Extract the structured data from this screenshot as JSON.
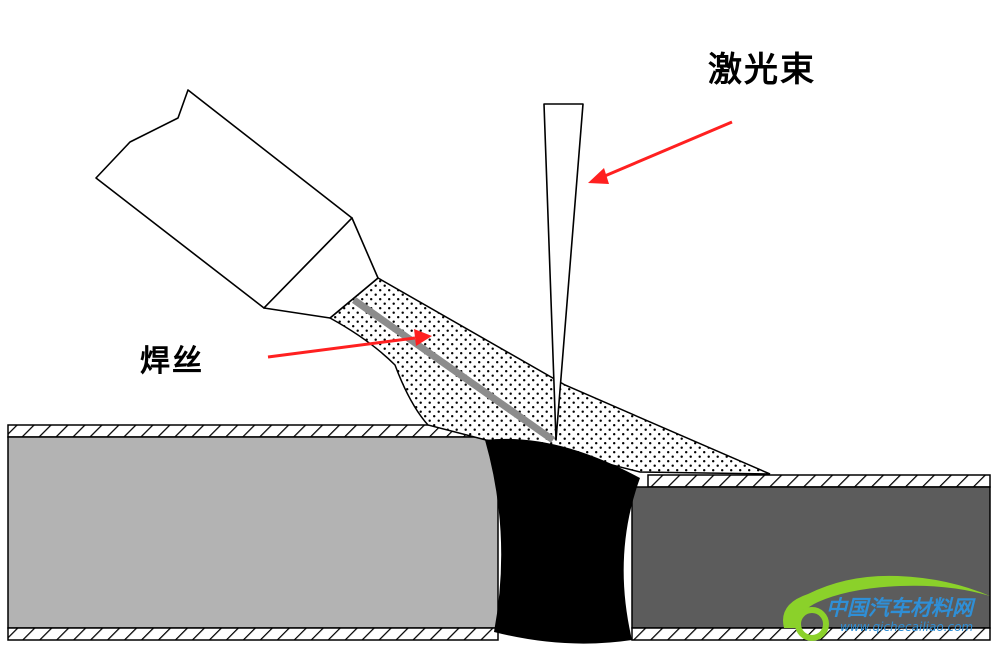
{
  "labels": {
    "laser_beam": "激光束",
    "filler_wire": "焊丝"
  },
  "watermark": {
    "brand": "中国汽车材料网",
    "url": "www.qichecailiao.com"
  },
  "colors": {
    "left_plate": "#b3b3b3",
    "right_plate": "#5c5c5c",
    "weld_bead": "#000000",
    "arrow": "#ff2020",
    "wire": "#8c8c8c",
    "watermark_green": "#8bd12a",
    "watermark_blue": "#2f8fd6"
  }
}
